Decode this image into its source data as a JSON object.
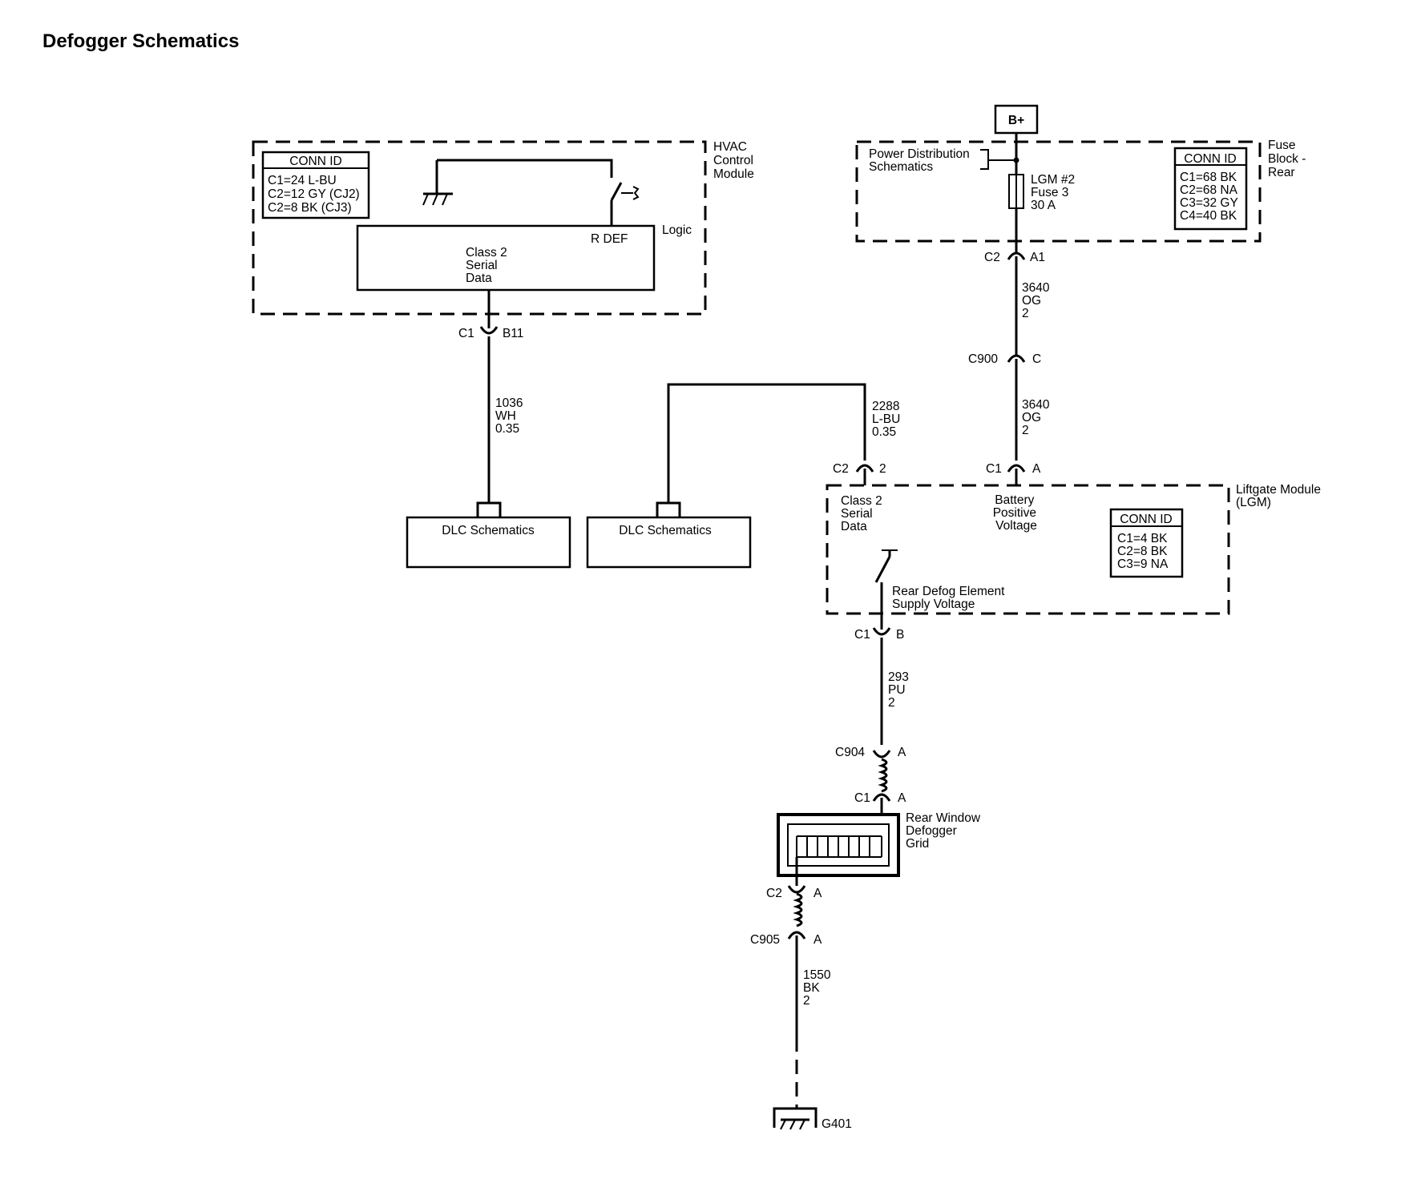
{
  "page_title": "Defogger Schematics",
  "hvac": {
    "name_lines": [
      "HVAC",
      "Control",
      "Module"
    ],
    "conn_id_title": "CONN ID",
    "conn_id_lines": [
      "C1=24 L-BU",
      "C2=12 GY (CJ2)",
      "C2=8 BK (CJ3)"
    ],
    "logic_label": "Logic",
    "rdef_label": "R DEF",
    "class2_lines": [
      "Class 2",
      "Serial",
      "Data"
    ],
    "connector_left": "C1",
    "connector_right": "B11"
  },
  "wire_1036": [
    "1036",
    "WH",
    "0.35"
  ],
  "wire_2288": [
    "2288",
    "L-BU",
    "0.35"
  ],
  "dlc_left": "DLC Schematics",
  "dlc_right": "DLC Schematics",
  "battery": {
    "label": "B+"
  },
  "fuse_block": {
    "name_lines": [
      "Fuse",
      "Block -",
      "Rear"
    ],
    "power_dist_lines": [
      "Power Distribution",
      "Schematics"
    ],
    "fuse_lines": [
      "LGM #2",
      "Fuse 3",
      "30 A"
    ],
    "conn_id_title": "CONN ID",
    "conn_id_lines": [
      "C1=68 BK",
      "C2=68 NA",
      "C3=32 GY",
      "C4=40 BK"
    ],
    "connector_left": "C2",
    "connector_right": "A1"
  },
  "wire_3640_a": [
    "3640",
    "OG",
    "2"
  ],
  "c900": {
    "left": "C900",
    "right": "C"
  },
  "wire_3640_b": [
    "3640",
    "OG",
    "2"
  ],
  "lgm": {
    "name_lines": [
      "Liftgate Module",
      "(LGM)"
    ],
    "c2_left": "C2",
    "c2_right": "2",
    "c1a_left": "C1",
    "c1a_right": "A",
    "class2_lines": [
      "Class 2",
      "Serial",
      "Data"
    ],
    "battery_lines": [
      "Battery",
      "Positive",
      "Voltage"
    ],
    "conn_id_title": "CONN ID",
    "conn_id_lines": [
      "C1=4 BK",
      "C2=8 BK",
      "C3=9 NA"
    ],
    "supply_lines": [
      "Rear Defog Element",
      "Supply Voltage"
    ],
    "c1b_left": "C1",
    "c1b_right": "B"
  },
  "wire_293": [
    "293",
    "PU",
    "2"
  ],
  "c904": {
    "left": "C904",
    "right": "A"
  },
  "grid_c1": {
    "left": "C1",
    "right": "A"
  },
  "grid": {
    "name_lines": [
      "Rear Window",
      "Defogger",
      "Grid"
    ]
  },
  "grid_c2": {
    "left": "C2",
    "right": "A"
  },
  "c905": {
    "left": "C905",
    "right": "A"
  },
  "wire_1550": [
    "1550",
    "BK",
    "2"
  ],
  "ground": {
    "label": "G401"
  }
}
